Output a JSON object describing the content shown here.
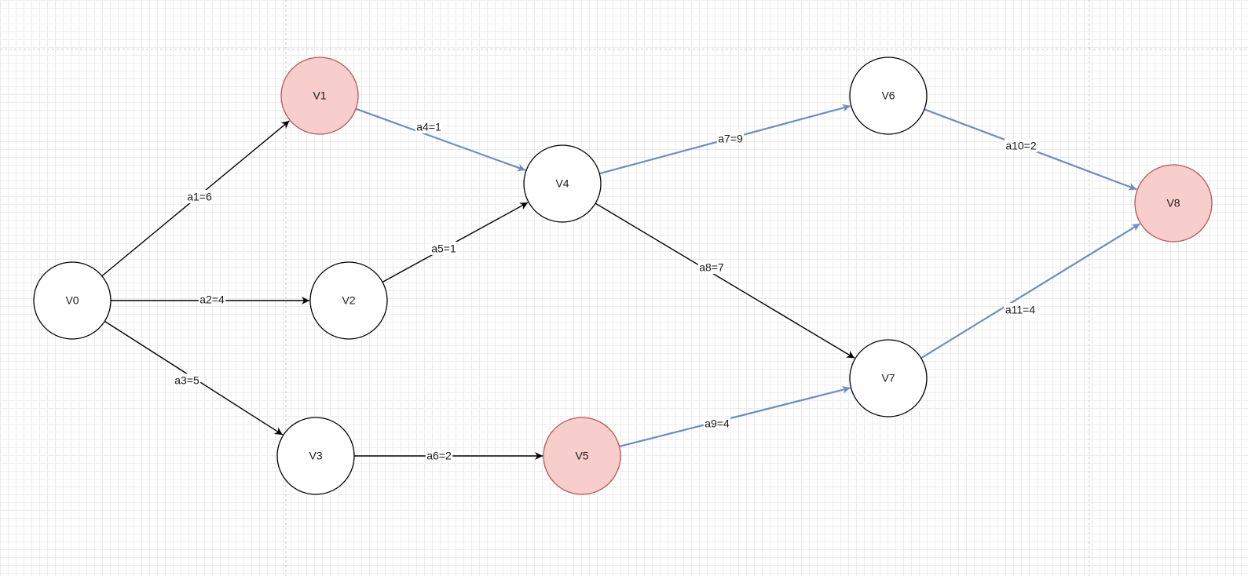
{
  "colors": {
    "node_default_fill": "#ffffff",
    "node_default_stroke": "#000000",
    "node_highlight_fill": "#f8cecc",
    "node_highlight_stroke": "#b85450",
    "edge_default": "#000000",
    "edge_highlight": "#6c8ebf",
    "label_bg": "#ffffff"
  },
  "nodes": [
    {
      "id": "V0",
      "label": "V0",
      "highlight": false
    },
    {
      "id": "V1",
      "label": "V1",
      "highlight": true
    },
    {
      "id": "V2",
      "label": "V2",
      "highlight": false
    },
    {
      "id": "V3",
      "label": "V3",
      "highlight": false
    },
    {
      "id": "V4",
      "label": "V4",
      "highlight": false
    },
    {
      "id": "V5",
      "label": "V5",
      "highlight": true
    },
    {
      "id": "V6",
      "label": "V6",
      "highlight": false
    },
    {
      "id": "V7",
      "label": "V7",
      "highlight": false
    },
    {
      "id": "V8",
      "label": "V8",
      "highlight": true
    }
  ],
  "edges": [
    {
      "from": "V0",
      "to": "V1",
      "label": "a1=6",
      "highlight": false
    },
    {
      "from": "V0",
      "to": "V2",
      "label": "a2=4",
      "highlight": false
    },
    {
      "from": "V0",
      "to": "V3",
      "label": "a3=5",
      "highlight": false
    },
    {
      "from": "V1",
      "to": "V4",
      "label": "a4=1",
      "highlight": true
    },
    {
      "from": "V2",
      "to": "V4",
      "label": "a5=1",
      "highlight": false
    },
    {
      "from": "V3",
      "to": "V5",
      "label": "a6=2",
      "highlight": false
    },
    {
      "from": "V4",
      "to": "V6",
      "label": "a7=9",
      "highlight": true
    },
    {
      "from": "V4",
      "to": "V7",
      "label": "a8=7",
      "highlight": false
    },
    {
      "from": "V5",
      "to": "V7",
      "label": "a9=4",
      "highlight": true
    },
    {
      "from": "V6",
      "to": "V8",
      "label": "a10=2",
      "highlight": true
    },
    {
      "from": "V7",
      "to": "V8",
      "label": "a11=4",
      "highlight": true
    }
  ]
}
